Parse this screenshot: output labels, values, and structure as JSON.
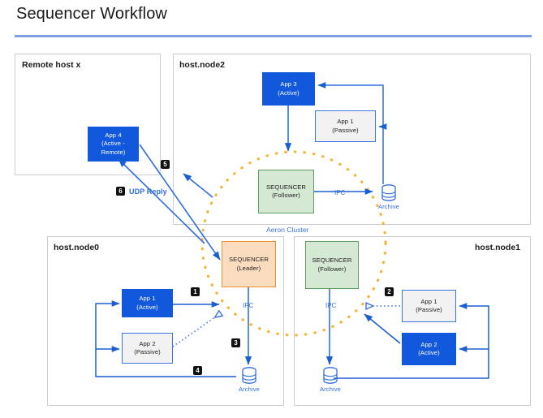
{
  "header": {
    "title": "Sequencer Workflow",
    "rule_color": "#7d9fe0"
  },
  "colors": {
    "active_fill": "#1158dd",
    "passive_fill": "#f2f2f2",
    "passive_border": "#3b74e0",
    "leader_fill": "#fbdcbf",
    "leader_border": "#e8912d",
    "follower_fill": "#d5e8d4",
    "follower_border": "#5f9e5f",
    "arrow_blue": "#1a5fd0",
    "cluster_dots": "#f5b335",
    "panel_border": "#cdcdcd",
    "marker_bg": "#111111"
  },
  "panels": {
    "remote": {
      "label": "Remote host x"
    },
    "node2": {
      "label": "host.node2"
    },
    "node0": {
      "label": "host.node0"
    },
    "node1": {
      "label": "host.node1"
    }
  },
  "cluster": {
    "label": "Aeron Cluster"
  },
  "boxes": {
    "app4_remote": {
      "l1": "App 4",
      "l2": "(Active -",
      "l3": "Remote)"
    },
    "node2_app3": {
      "l1": "App 3",
      "l2": "(Active)"
    },
    "node2_app1": {
      "l1": "App 1",
      "l2": "(Passive)"
    },
    "node2_seq": {
      "l1": "SEQUENCER",
      "l2": "(Follower)"
    },
    "node0_seq": {
      "l1": "SEQUENCER",
      "l2": "(Leader)"
    },
    "node0_app1": {
      "l1": "App 1",
      "l2": "(Active)"
    },
    "node0_app2": {
      "l1": "App 2",
      "l2": "(Passive)"
    },
    "node1_seq": {
      "l1": "SEQUENCER",
      "l2": "(Follower)"
    },
    "node1_app1": {
      "l1": "App 1",
      "l2": "(Passive)"
    },
    "node1_app2": {
      "l1": "App 2",
      "l2": "(Active)"
    }
  },
  "archives": {
    "node2": "Archive",
    "node0": "Archive",
    "node1": "Archive"
  },
  "ipc_labels": {
    "node2": "IPC",
    "node0": "IPC",
    "node1": "IPC"
  },
  "labels": {
    "udp_reply": "UDP Reply"
  },
  "markers": {
    "m1": "1",
    "m2": "2",
    "m3": "3",
    "m4": "4",
    "m5": "5",
    "m6": "6"
  }
}
